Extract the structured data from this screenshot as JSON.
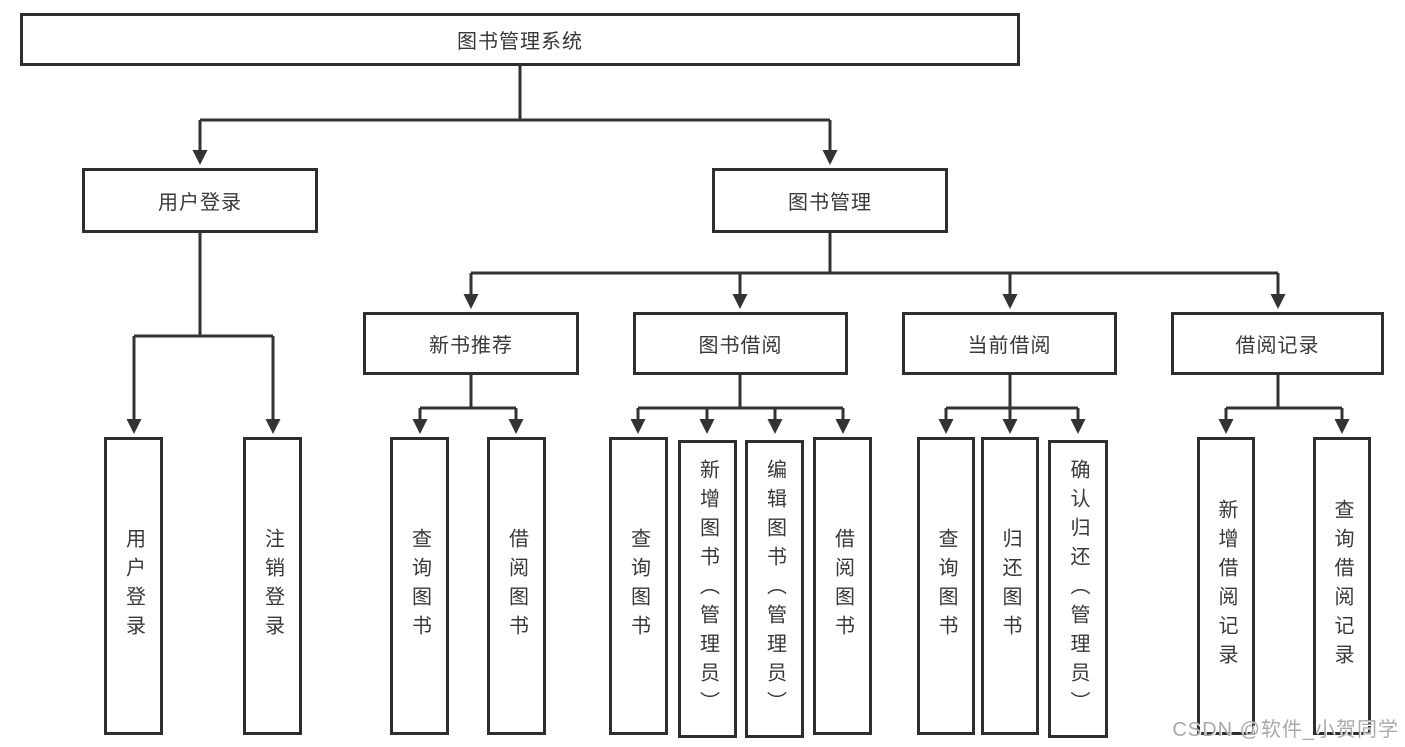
{
  "colors": {
    "line": "#333333",
    "box_border": "#2e2e2e",
    "box_fill": "#ffffff",
    "text": "#383838",
    "watermark": "#a9a9a9",
    "background": "#ffffff"
  },
  "tree": {
    "root": {
      "label": "图书管理系统",
      "children": [
        {
          "label": "用户登录",
          "children": [
            {
              "label": "用户登录"
            },
            {
              "label": "注销登录"
            }
          ]
        },
        {
          "label": "图书管理",
          "children": [
            {
              "label": "新书推荐",
              "children": [
                {
                  "label": "查询图书"
                },
                {
                  "label": "借阅图书"
                }
              ]
            },
            {
              "label": "图书借阅",
              "children": [
                {
                  "label": "查询图书"
                },
                {
                  "label": "新增图书（管理员）"
                },
                {
                  "label": "编辑图书（管理员）"
                },
                {
                  "label": "借阅图书"
                }
              ]
            },
            {
              "label": "当前借阅",
              "children": [
                {
                  "label": "查询图书"
                },
                {
                  "label": "归还图书"
                },
                {
                  "label": "确认归还（管理员）"
                }
              ]
            },
            {
              "label": "借阅记录",
              "children": [
                {
                  "label": "新增借阅记录"
                },
                {
                  "label": "查询借阅记录"
                }
              ]
            }
          ]
        }
      ]
    }
  },
  "watermark": {
    "text": "CSDN @软件_小贺同学"
  }
}
